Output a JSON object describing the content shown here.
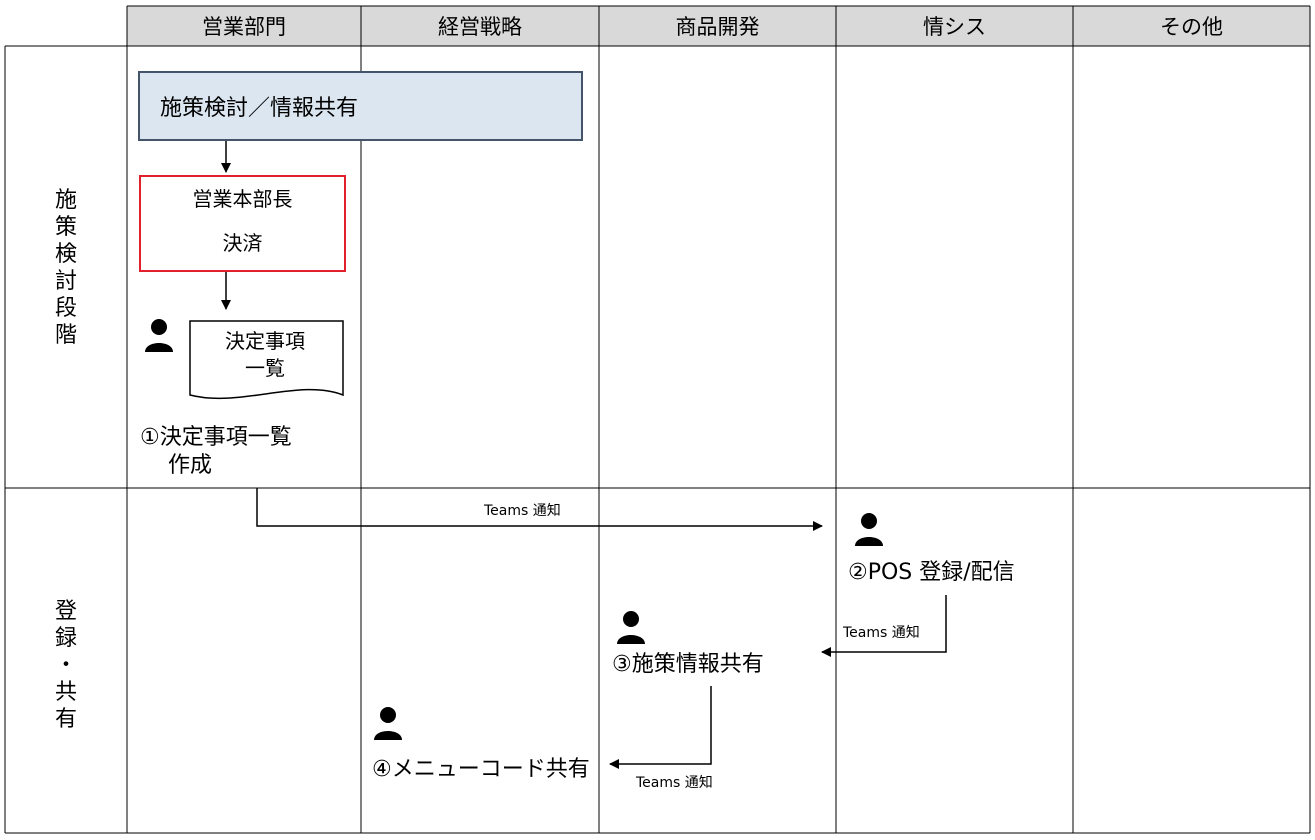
{
  "columns": [
    "営業部門",
    "経営戦略",
    "商品開発",
    "情シス",
    "その他"
  ],
  "phases": [
    {
      "chars": [
        "施",
        "策",
        "検",
        "討",
        "段",
        "階"
      ]
    },
    {
      "chars": [
        "登",
        "録",
        "・",
        "共",
        "有"
      ]
    }
  ],
  "nodes": {
    "review_share": "施策検討／情報共有",
    "approval_line1": "営業本部長",
    "approval_line2": "決済",
    "doc_line1": "決定事項",
    "doc_line2": "一覧",
    "step1_line1": "①決定事項一覧",
    "step1_line2": "作成",
    "step2": "②POS 登録/配信",
    "step3": "③施策情報共有",
    "step4": "④メニューコード共有"
  },
  "edge_labels": {
    "teams_1": "Teams 通知",
    "teams_2": "Teams 通知",
    "teams_3": "Teams 通知"
  },
  "icons": [
    "person-icon",
    "document-icon",
    "arrow-icon"
  ],
  "colors": {
    "process_fill": "#dce6f1",
    "process_border": "#44546a",
    "approval_border": "#e0202a",
    "line": "#000000"
  }
}
